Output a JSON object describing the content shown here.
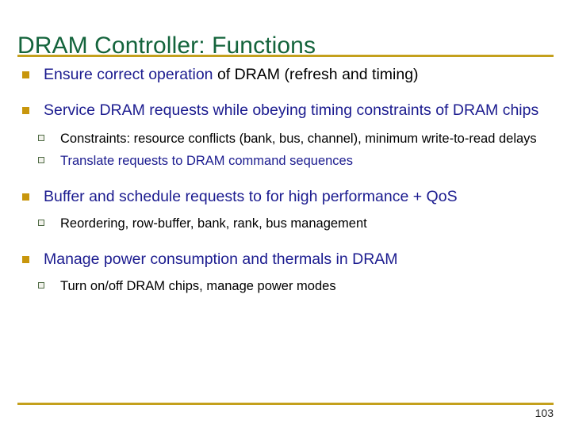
{
  "slide": {
    "title": "DRAM Controller: Functions",
    "number": "103",
    "colors": {
      "title": "#14643c",
      "rule": "#c4a01c",
      "level1_text": "#1b1b8f",
      "level1_marker": "#c8960c",
      "level2_text": "#000000",
      "level2_marker_border": "#4f6b45",
      "page_number": "#222222",
      "background": "#ffffff"
    },
    "bullets": [
      {
        "level": 1,
        "marker": "filled-square-bullet",
        "runs": [
          {
            "text": "Ensure correct operation ",
            "color": "#1b1b8f"
          },
          {
            "text": "of DRAM (refresh and timing)",
            "color": "#000000"
          }
        ],
        "children": []
      },
      {
        "level": 1,
        "marker": "filled-square-bullet",
        "runs": [
          {
            "text": "Service DRAM requests while obeying timing constraints of DRAM chips",
            "color": "#1b1b8f"
          }
        ],
        "children": [
          {
            "level": 2,
            "marker": "hollow-square-bullet",
            "runs": [
              {
                "text": "Constraints: resource conflicts (bank, bus, channel), minimum write-to-read delays",
                "color": "#000000"
              }
            ]
          },
          {
            "level": 2,
            "marker": "hollow-square-bullet",
            "runs": [
              {
                "text": "Translate requests to DRAM command sequences",
                "color": "#1b1b8f"
              }
            ]
          }
        ]
      },
      {
        "level": 1,
        "marker": "filled-square-bullet",
        "runs": [
          {
            "text": "Buffer and schedule requests to for high performance + QoS",
            "color": "#1b1b8f"
          }
        ],
        "children": [
          {
            "level": 2,
            "marker": "hollow-square-bullet",
            "runs": [
              {
                "text": "Reordering, row-buffer, bank, rank, bus management",
                "color": "#000000"
              }
            ]
          }
        ]
      },
      {
        "level": 1,
        "marker": "filled-square-bullet",
        "runs": [
          {
            "text": "Manage power consumption and thermals in DRAM",
            "color": "#1b1b8f"
          }
        ],
        "children": [
          {
            "level": 2,
            "marker": "hollow-square-bullet",
            "runs": [
              {
                "text": "Turn on/off DRAM chips, manage power modes",
                "color": "#000000"
              }
            ]
          }
        ]
      }
    ],
    "text": {
      "b1_run1": "Ensure correct operation ",
      "b1_run2": "of DRAM (refresh and timing)",
      "b2": "Service DRAM requests while obeying timing constraints of DRAM chips",
      "b2_s1": "Constraints: resource conflicts (bank, bus, channel), minimum write-to-read delays",
      "b2_s2": "Translate requests to DRAM command sequences",
      "b3": "Buffer and schedule requests to for high performance + QoS",
      "b3_s1": "Reordering, row-buffer, bank, rank, bus management",
      "b4": "Manage power consumption and thermals in DRAM",
      "b4_s1": "Turn on/off DRAM chips, manage power modes"
    }
  }
}
